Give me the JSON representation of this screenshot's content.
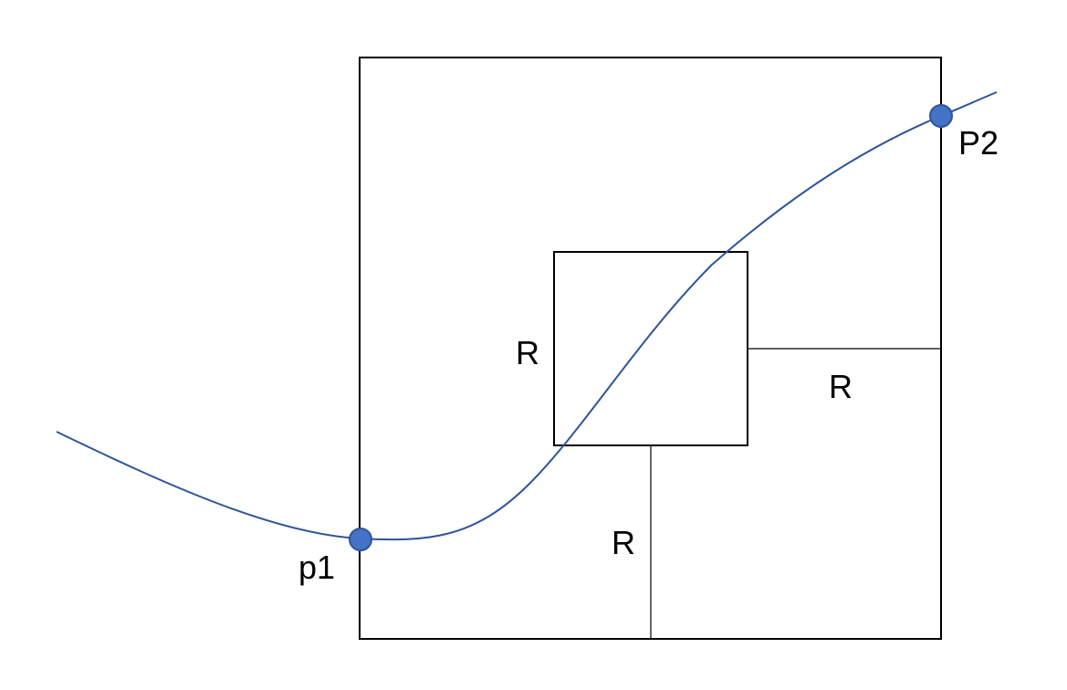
{
  "labels": {
    "p1": "p1",
    "p2": "P2",
    "r_inner_left": "R",
    "r_right": "R",
    "r_bottom": "R"
  },
  "colors": {
    "curve": "#2f5597",
    "point_fill": "#4472c4",
    "point_stroke": "#2f5597",
    "lines": "#000000"
  }
}
